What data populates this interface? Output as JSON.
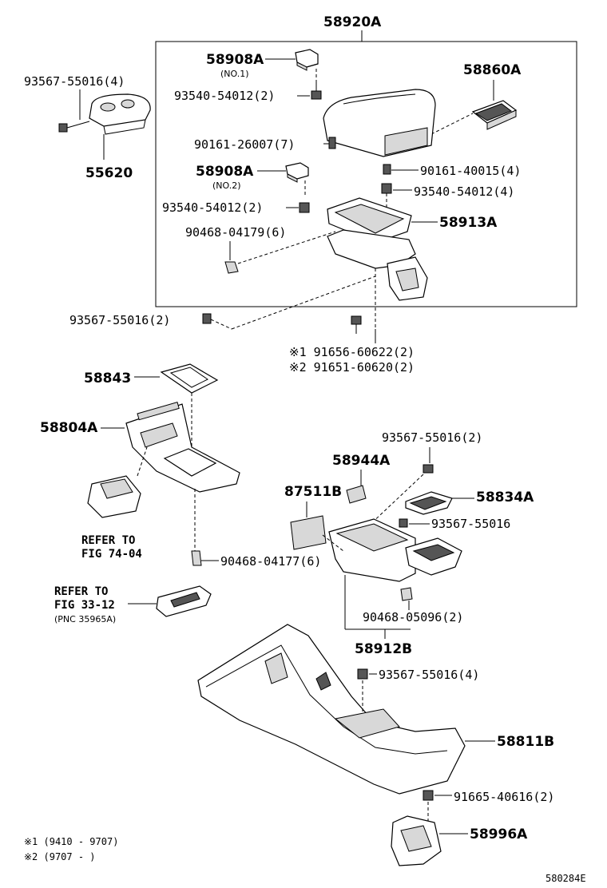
{
  "labels": {
    "p58920A": "58920A",
    "p58908A_1": "58908A",
    "no1": "(NO.1)",
    "p93540_top": "93540-54012(2)",
    "p58860A": "58860A",
    "p93567_4_top": "93567-55016(4)",
    "p55620": "55620",
    "p90161_26007": "90161-26007(7)",
    "p58908A_2": "58908A",
    "no2": "(NO.2)",
    "p90161_40015": "90161-40015(4)",
    "p93540_4": "93540-54012(4)",
    "p93540_mid": "93540-54012(2)",
    "p58913A": "58913A",
    "p90468_04179": "90468-04179(6)",
    "p93567_2_mid": "93567-55016(2)",
    "p91656": "※1 91656-60622(2)",
    "p91651": "※2 91651-60620(2)",
    "p58843": "58843",
    "p58804A": "58804A",
    "p93567_2_right": "93567-55016(2)",
    "p58944A": "58944A",
    "p87511B": "87511B",
    "p58834A": "58834A",
    "p93567_single": "93567-55016",
    "ref74_1": "REFER TO",
    "ref74_2": "FIG 74-04",
    "p90468_04177": "90468-04177(6)",
    "ref33_1": "REFER TO",
    "ref33_2": "FIG 33-12",
    "ref33_3": "(PNC 35965A)",
    "p90468_05096": "90468-05096(2)",
    "p58912B": "58912B",
    "p93567_4_low": "93567-55016(4)",
    "p58811B": "58811B",
    "p91665": "91665-40616(2)",
    "p58996A": "58996A",
    "note1": "※1 (9410 - 9707)",
    "note2": "※2 (9707 -      )",
    "code": "580284E"
  },
  "icons": {
    "bolt": "bolt-icon",
    "clip": "clip-icon",
    "screw": "screw-icon"
  },
  "colors": {
    "line": "#000000",
    "fill": "#ffffff",
    "shade": "#d8d8d8"
  }
}
